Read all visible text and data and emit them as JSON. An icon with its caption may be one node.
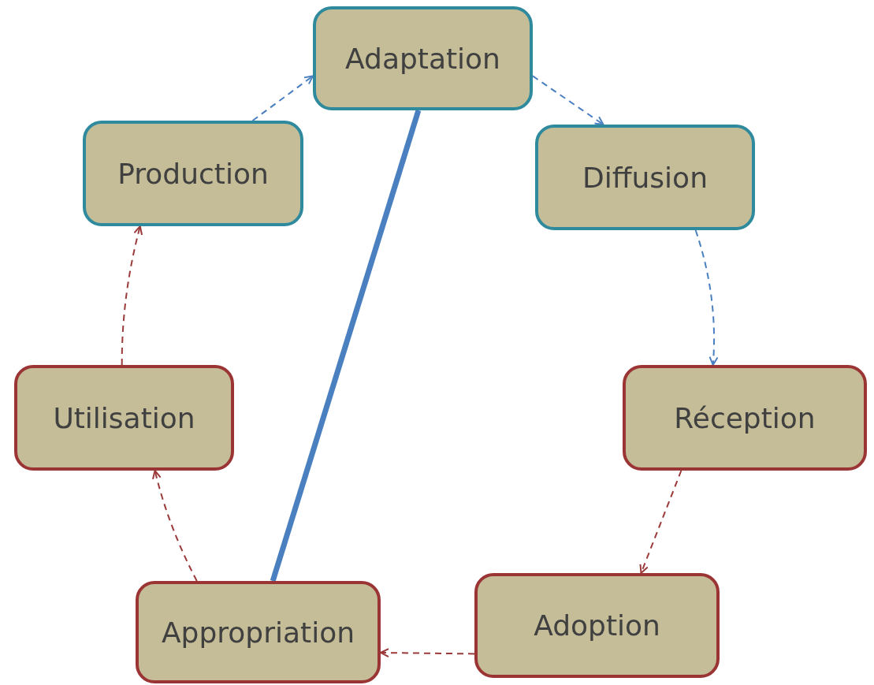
{
  "diagram": {
    "nodes": [
      {
        "text": [
          "Adaptation"
        ]
      },
      {
        "text": [
          "Diffusion"
        ]
      },
      {
        "text": [
          "Réception"
        ]
      },
      {
        "text": [
          "Adoption"
        ]
      },
      {
        "text": [
          "Appropriation"
        ]
      },
      {
        "text": [
          "Utilisation"
        ]
      },
      {
        "text": [
          "Production"
        ]
      }
    ],
    "edges": [
      {
        "from": 6,
        "to": 0,
        "arrow": "to",
        "style": "dashed",
        "color": "#4a7fc0"
      },
      {
        "from": 0,
        "to": 1,
        "arrow": "to",
        "style": "dashed",
        "color": "#4a7fc0"
      },
      {
        "from": 1,
        "to": 2,
        "arrow": "to",
        "style": "dashed",
        "color": "#4a7fc0"
      },
      {
        "from": 2,
        "to": 3,
        "arrow": "to",
        "style": "dashed",
        "color": "#9b3a3a"
      },
      {
        "from": 3,
        "to": 4,
        "arrow": "to",
        "style": "dashed",
        "color": "#9b3a3a"
      },
      {
        "from": 4,
        "to": 5,
        "arrow": "to",
        "style": "dashed",
        "color": "#9b3a3a"
      },
      {
        "from": 5,
        "to": 6,
        "arrow": "to",
        "style": "dashed",
        "color": "#9b3a3a"
      },
      {
        "from": 0,
        "to": 4,
        "arrow": "none",
        "style": "thick",
        "color": "#4a7fc0"
      }
    ]
  }
}
